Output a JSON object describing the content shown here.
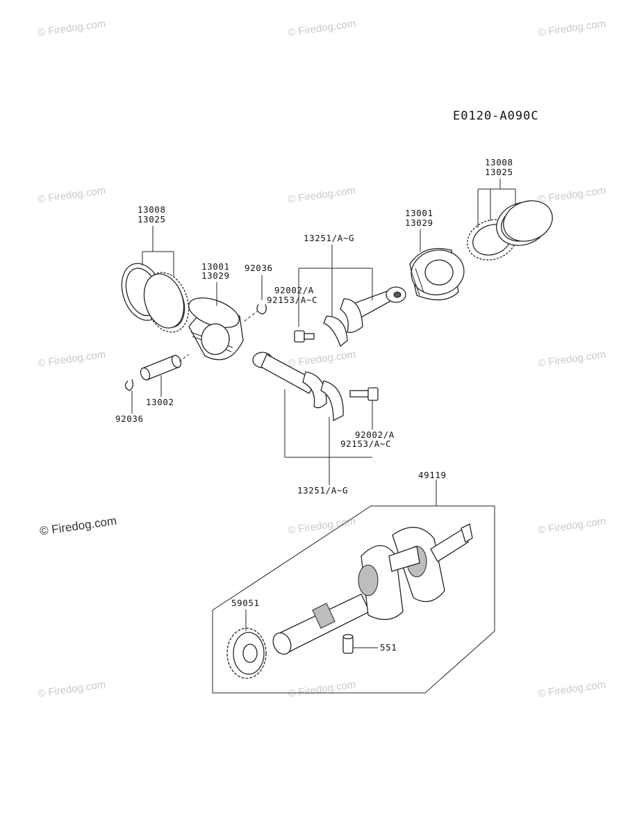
{
  "diagram_code": "E0120-A090C",
  "watermark": "© Firedog.com",
  "labels": {
    "rings_left_a": "13008",
    "rings_left_b": "13025",
    "piston_left_a": "13001",
    "piston_left_b": "13029",
    "clip_top": "92036",
    "pin": "13002",
    "clip_bottom": "92036",
    "rod_upper": "13251/A~G",
    "bolt_upper_a": "92002/A",
    "bolt_upper_b": "92153/A~C",
    "piston_right_a": "13001",
    "piston_right_b": "13029",
    "rings_right_a": "13008",
    "rings_right_b": "13025",
    "bolt_lower_a": "92002/A",
    "bolt_lower_b": "92153/A~C",
    "rod_lower": "13251/A~G",
    "crankshaft": "49119",
    "gear": "59051",
    "key": "551"
  }
}
